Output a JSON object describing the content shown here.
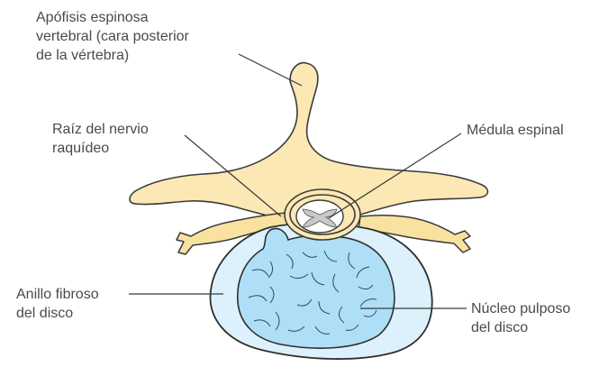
{
  "labels": {
    "spinous_process": [
      "Apófisis espinosa",
      "vertebral (cara posterior",
      "de la vértebra)"
    ],
    "nerve_root": [
      "Raíz del nervio",
      "raquídeo"
    ],
    "spinal_cord": [
      "Médula espinal"
    ],
    "annulus": [
      "Anillo fibroso",
      "del disco"
    ],
    "nucleus": [
      "Núcleo pulposo",
      "del disco"
    ]
  },
  "colors": {
    "bone": "#fbe8b4",
    "annulus": "#dcf1fb",
    "nucleus": "#aedff6",
    "text": "#4a4a4a"
  }
}
